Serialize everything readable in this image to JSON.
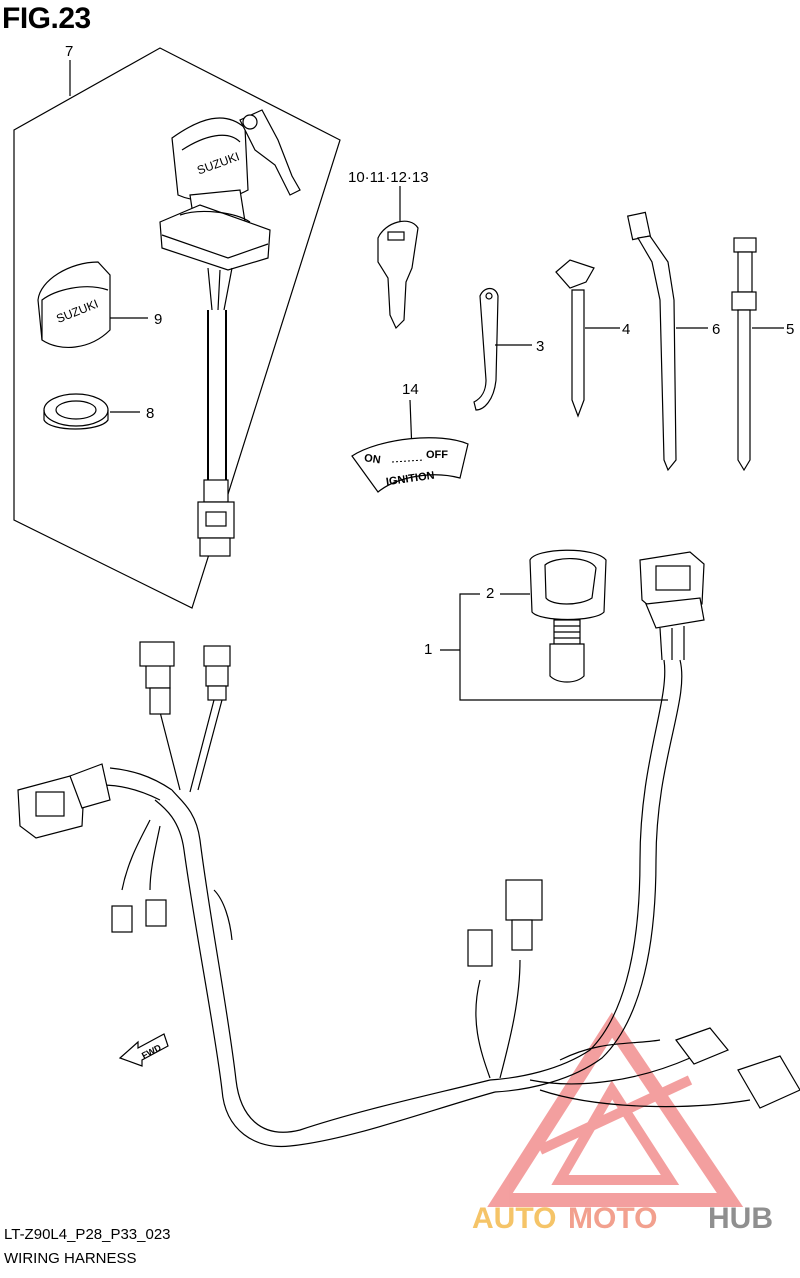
{
  "figure": {
    "title": "FIG.23",
    "code": "LT-Z90L4_P28_P33_023",
    "subtitle": "WIRING HARNESS"
  },
  "callouts": {
    "c7": "7",
    "c9": "9",
    "c8": "8",
    "c10_13": "10·11·12·13",
    "c14": "14",
    "c3": "3",
    "c4": "4",
    "c6": "6",
    "c5": "5",
    "c2": "2",
    "c1": "1"
  },
  "ignition_label": {
    "on": "ON",
    "off": "OFF",
    "ignition": "IGNITION"
  },
  "brand": {
    "key_cap": "SUZUKI",
    "cap_9": "SUZUKI"
  },
  "fwd": "FWD",
  "watermark": {
    "part1": "AUTO",
    "part2": "MOTO",
    "part3": "HUB",
    "colors": {
      "auto": "#f5c468",
      "moto": "#f2a08e",
      "hub": "#8f8f8f",
      "logo": "#f08080"
    }
  }
}
